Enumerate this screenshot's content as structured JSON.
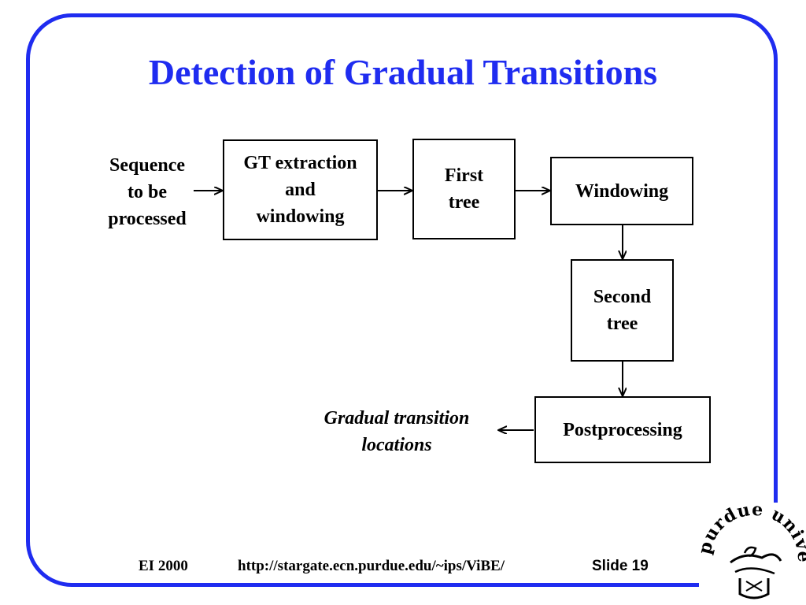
{
  "title": "Detection of Gradual Transitions",
  "diagram": {
    "input_label": "Sequence\nto be\nprocessed",
    "nodes": {
      "gt_extraction": "GT extraction\nand\nwindowing",
      "first_tree": "First\ntree",
      "windowing": "Windowing",
      "second_tree": "Second\ntree",
      "postprocessing": "Postprocessing"
    },
    "output_label": "Gradual transition\nlocations"
  },
  "footer": {
    "conference": "EI 2000",
    "url": "http://stargate.ecn.purdue.edu/~ips/ViBE/",
    "slide": "Slide 19"
  },
  "logo": {
    "text": "purdue university",
    "icon": "purdue-seal-icon"
  },
  "colors": {
    "accent": "#1f2cf0",
    "text": "#000000"
  }
}
